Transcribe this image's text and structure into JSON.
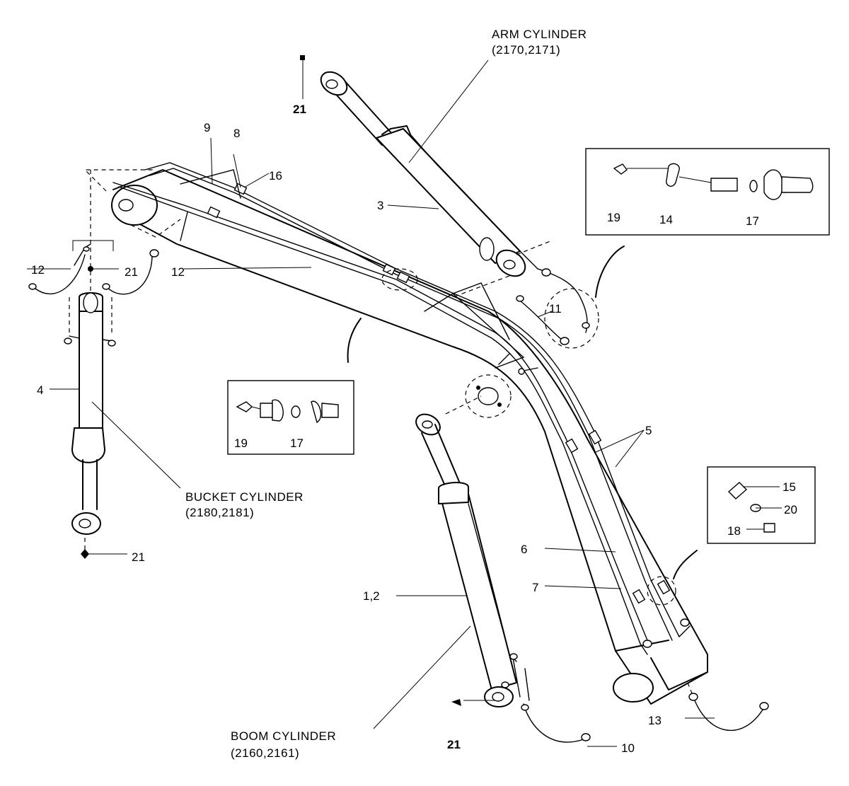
{
  "callouts": {
    "arm_cylinder": {
      "name": "ARM CYLINDER",
      "codes": "(2170,2171)"
    },
    "bucket_cylinder": {
      "name": "BUCKET CYLINDER",
      "codes": "(2180,2181)"
    },
    "boom_cylinder": {
      "name": "BOOM CYLINDER",
      "codes": "(2160,2161)"
    }
  },
  "parts": {
    "p1_2": "1,2",
    "p3": "3",
    "p4": "4",
    "p5": "5",
    "p6": "6",
    "p7": "7",
    "p8": "8",
    "p9": "9",
    "p10": "10",
    "p11": "11",
    "p12": "12",
    "p13": "13",
    "p14": "14",
    "p15": "15",
    "p16": "16",
    "p17": "17",
    "p18": "18",
    "p19": "19",
    "p20": "20",
    "p21": "21"
  }
}
